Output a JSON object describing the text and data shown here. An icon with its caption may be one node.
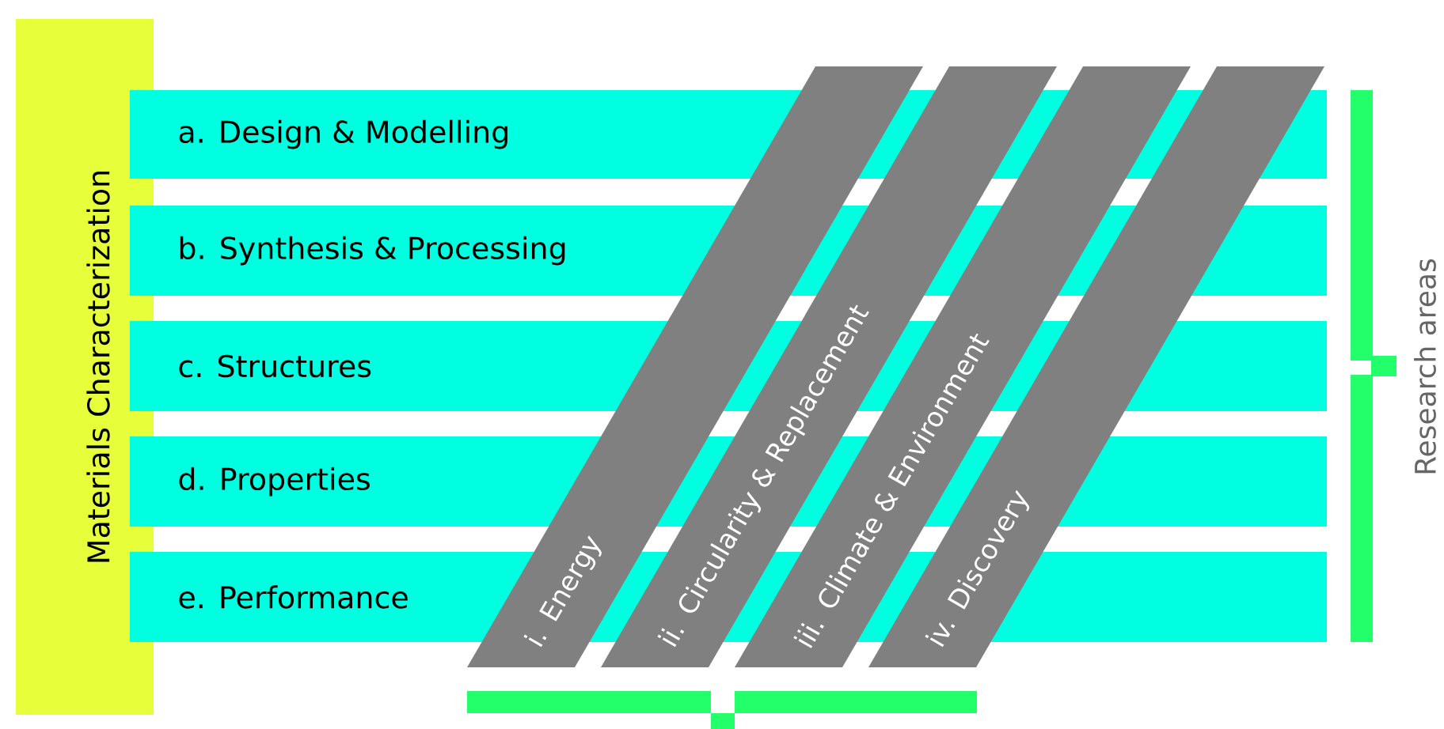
{
  "diagram": {
    "nodes": [
      {
        "text": [
          "Materials Characterization"
        ]
      },
      {
        "text": [
          "a. Design & Modelling"
        ]
      },
      {
        "text": [
          "b. Synthesis & Processing"
        ]
      },
      {
        "text": [
          "c. Structures"
        ]
      },
      {
        "text": [
          "d. Properties"
        ]
      },
      {
        "text": [
          "e. Performance"
        ]
      },
      {
        "text": [
          "i. Energy"
        ]
      },
      {
        "text": [
          "ii. Circularity & Replacement"
        ]
      },
      {
        "text": [
          "iii. Climate & Environment"
        ]
      },
      {
        "text": [
          "iv. Discovery"
        ]
      }
    ],
    "labels": [
      "Research areas"
    ]
  }
}
